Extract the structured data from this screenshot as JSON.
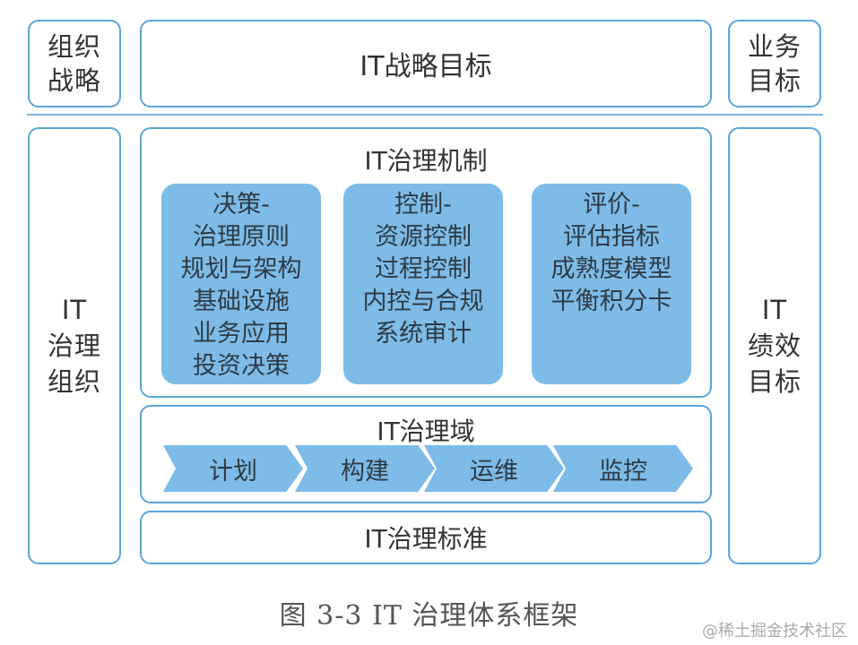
{
  "top": {
    "left": "组织\n战略",
    "center": "IT战略目标",
    "right": "业务\n目标"
  },
  "left_column": "IT\n治理\n组织",
  "right_column": "IT\n绩效\n目标",
  "mechanism": {
    "title": "IT治理机制",
    "cards": [
      "决策-\n治理原则\n规划与架构\n基础设施\n业务应用\n投资决策",
      "控制-\n资源控制\n过程控制\n内控与合规\n系统审计",
      "评价-\n评估指标\n成熟度模型\n平衡积分卡"
    ]
  },
  "domain": {
    "title": "IT治理域",
    "steps": [
      "计划",
      "构建",
      "运维",
      "监控"
    ]
  },
  "standard": "IT治理标准",
  "caption": "图 3-3   IT 治理体系框架",
  "watermark": "@稀土掘金技术社区",
  "colors": {
    "border": "#5aa5da",
    "card_fill": "#7dbbe8"
  }
}
